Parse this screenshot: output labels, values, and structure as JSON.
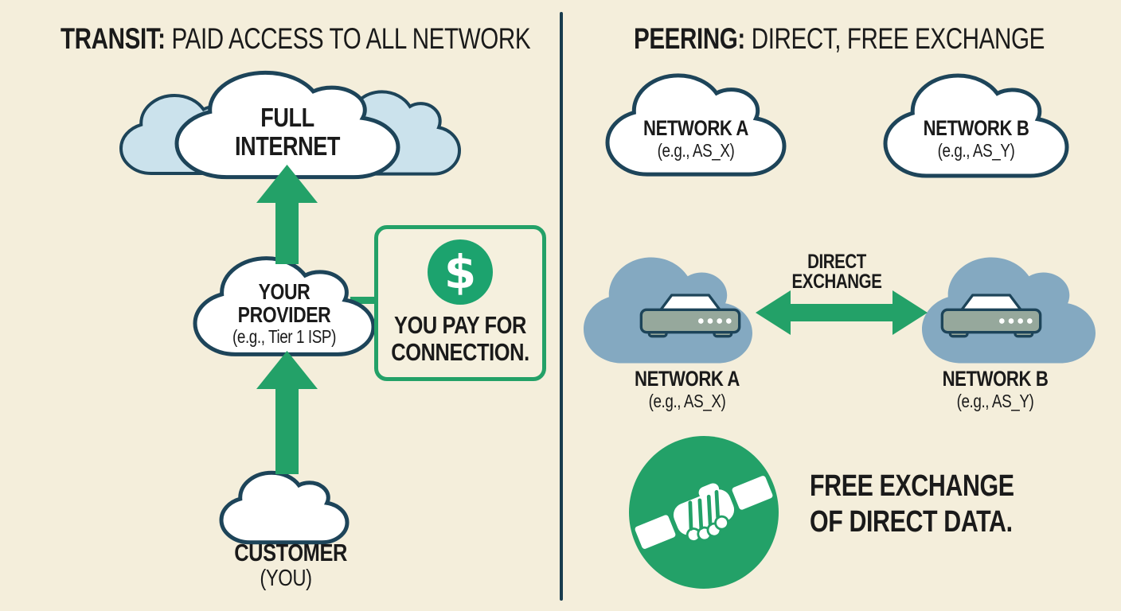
{
  "colors": {
    "background": "#f4eedb",
    "ink": "#1a1a1a",
    "navy_outline": "#1d4459",
    "green": "#23a168",
    "light_blue_cloud": "#cbe2ec",
    "steel_blue_cloud": "#84a9c1",
    "router_body": "#96a89c",
    "pay_box_fill": "#f5f0de"
  },
  "left": {
    "title_bold": "TRANSIT:",
    "title_rest": " PAID ACCESS TO ALL NETWORK",
    "internet_cloud": {
      "line1": "FULL",
      "line2": "INTERNET"
    },
    "provider_cloud": {
      "line1": "YOUR",
      "line2": "PROVIDER",
      "sub": "(e.g., Tier 1 ISP)"
    },
    "customer": {
      "name": "CUSTOMER",
      "sub": "(YOU)"
    },
    "pay_box": {
      "dollar": "$",
      "line1": "YOU PAY FOR",
      "line2": "CONNECTION."
    }
  },
  "right": {
    "title_bold": "PEERING:",
    "title_rest": " DIRECT, FREE EXCHANGE",
    "cloud_a": {
      "name": "NETWORK A",
      "sub": "(e.g., AS_X)"
    },
    "cloud_b": {
      "name": "NETWORK B",
      "sub": "(e.g., AS_Y)"
    },
    "exchange": {
      "line1": "DIRECT",
      "line2": "EXCHANGE"
    },
    "peer_a": {
      "name": "NETWORK A",
      "sub": "(e.g., AS_X)"
    },
    "peer_b": {
      "name": "NETWORK B",
      "sub": "(e.g., AS_Y)"
    },
    "handshake": {
      "line1": "FREE EXCHANGE",
      "line2": "OF DIRECT DATA."
    }
  }
}
